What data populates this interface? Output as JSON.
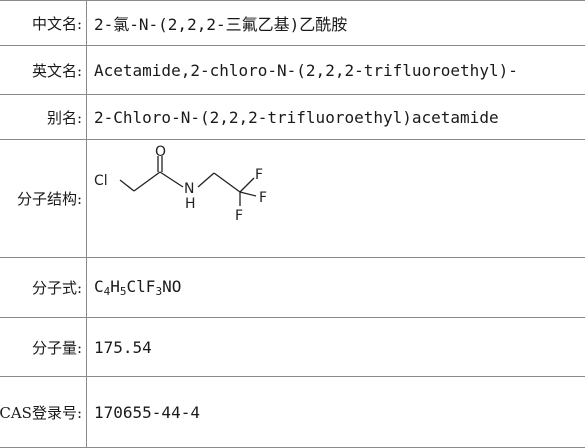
{
  "rows": {
    "chinese_name": {
      "label": "中文名:",
      "value": "2-氯-N-(2,2,2-三氟乙基)乙酰胺"
    },
    "english_name": {
      "label": "英文名:",
      "value": "Acetamide,2-chloro-N-(2,2,2-trifluoroethyl)-"
    },
    "alias": {
      "label": "别名:",
      "value": "2-Chloro-N-(2,2,2-trifluoroethyl)acetamide"
    },
    "structure": {
      "label": "分子结构:",
      "atoms": {
        "cl": "Cl",
        "o": "O",
        "n": "N",
        "h": "H",
        "f1": "F",
        "f2": "F",
        "f3": "F"
      }
    },
    "formula": {
      "label": "分子式:",
      "parts": {
        "c": "C",
        "c_n": "4",
        "h": "H",
        "h_n": "5",
        "rest": "ClF",
        "f_n": "3",
        "tail": "NO"
      }
    },
    "mol_weight": {
      "label": "分子量:",
      "value": "175.54"
    },
    "cas": {
      "label": "CAS登录号:",
      "value": "170655-44-4"
    }
  }
}
